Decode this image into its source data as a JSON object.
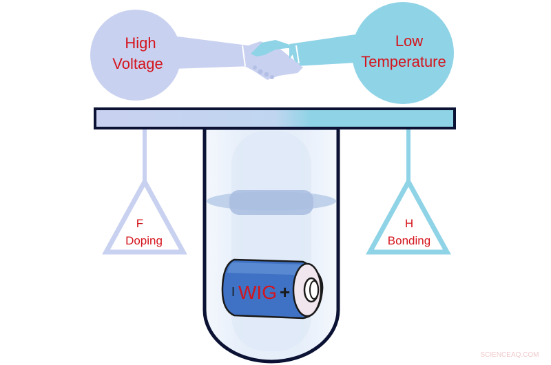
{
  "diagram": {
    "left_circle": {
      "line1": "High",
      "line2": "Voltage",
      "color": "#c9d1f0"
    },
    "right_circle": {
      "line1": "Low",
      "line2": "Temperature",
      "color": "#8fd3e6"
    },
    "left_weight": {
      "line1": "F",
      "line2": "Doping",
      "color": "#c9d1f0"
    },
    "right_weight": {
      "line1": "H",
      "line2": "Bonding",
      "color": "#8fd3e6"
    },
    "battery": {
      "minus": "I",
      "label": "WIG",
      "plus": "+",
      "color": "#3f72c4"
    },
    "icons": [
      "handshake-icon",
      "test-tube-icon",
      "battery-icon"
    ],
    "label_color": "#d4141c",
    "outline_color": "#0b1233"
  },
  "watermark": "SCIENCEAQ.COM"
}
